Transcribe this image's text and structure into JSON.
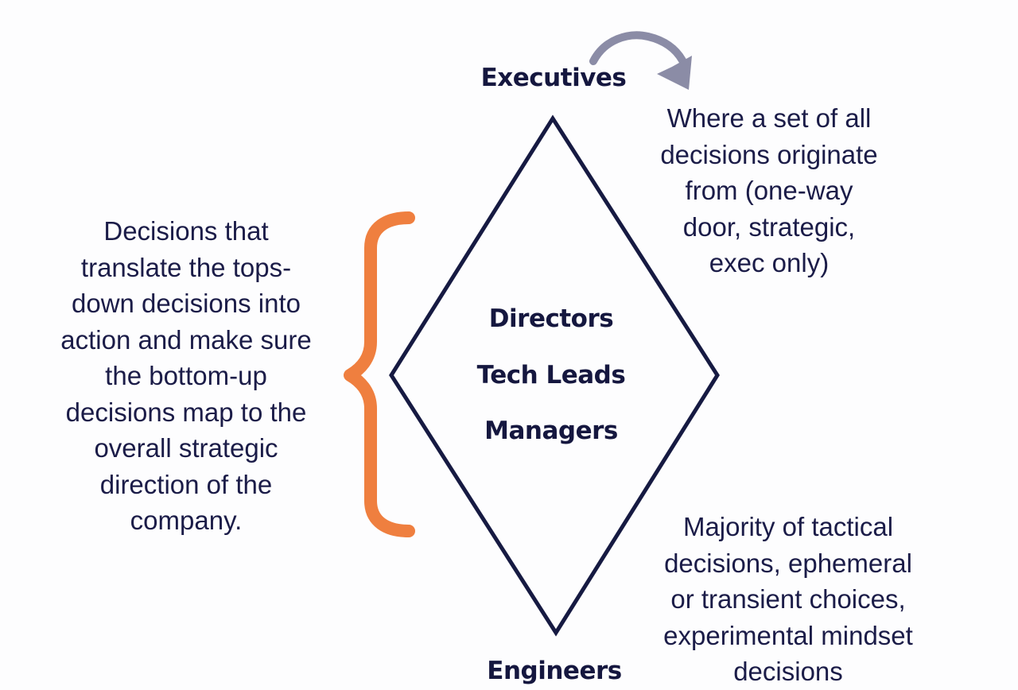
{
  "roles": {
    "top": "Executives",
    "middle": [
      "Directors",
      "Tech Leads",
      "Managers"
    ],
    "bottom": "Engineers"
  },
  "descriptions": {
    "top_right": [
      "Where a set of all",
      "decisions originate",
      "from (one-way",
      "door, strategic,",
      "exec only)"
    ],
    "left": [
      "Decisions that",
      "translate the tops-",
      "down decisions into",
      "action and make sure",
      "the bottom-up",
      "decisions map to the",
      "overall strategic",
      "direction of the",
      "company."
    ],
    "bottom_right": [
      "Majority of tactical",
      "decisions, ephemeral",
      "or transient choices,",
      "experimental mindset",
      "decisions"
    ]
  },
  "colors": {
    "diamond_stroke": "#161a42",
    "brace": "#ef7f3f",
    "arrow": "#8b8ca6",
    "text": "#1b1c48"
  },
  "icons": {
    "arrow": "curved-arrow-icon",
    "brace": "curly-brace-icon"
  }
}
